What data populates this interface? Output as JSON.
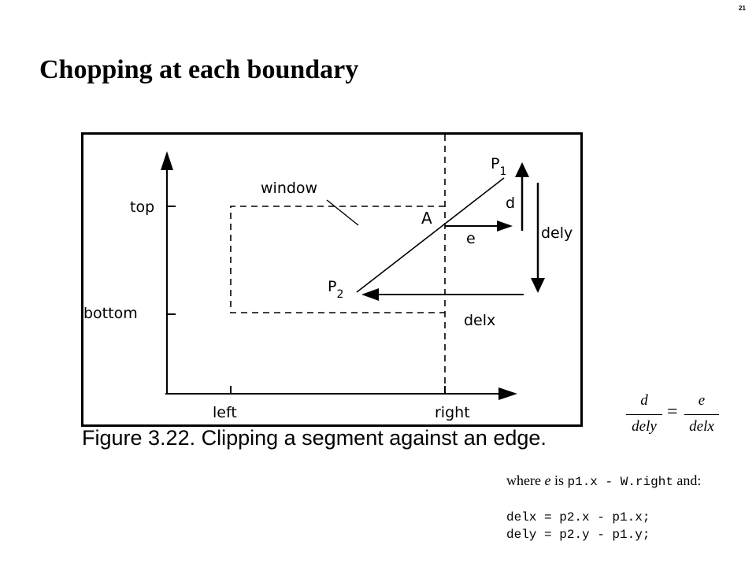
{
  "slide": {
    "page_number": "21",
    "title": "Chopping at each boundary"
  },
  "figure": {
    "labels": {
      "top": "top",
      "bottom": "bottom",
      "left": "left",
      "right": "right",
      "window": "window",
      "point_a": "A",
      "p1_base": "P",
      "p1_sub": "1",
      "p2_base": "P",
      "p2_sub": "2",
      "d": "d",
      "e": "e",
      "dely": "dely",
      "delx": "delx"
    },
    "caption": "Figure 3.22. Clipping a segment against an edge."
  },
  "equation": {
    "left_num": "d",
    "left_den": "dely",
    "equals": "=",
    "right_num": "e",
    "right_den": "delx"
  },
  "explanation": {
    "where_prefix": "where",
    "e_var": "e",
    "is_word": "is",
    "expr": "p1.x - W.right",
    "and_word": "and:",
    "code_line1": "delx = p2.x - p1.x;",
    "code_line2": "dely = p2.y - p1.y;"
  }
}
